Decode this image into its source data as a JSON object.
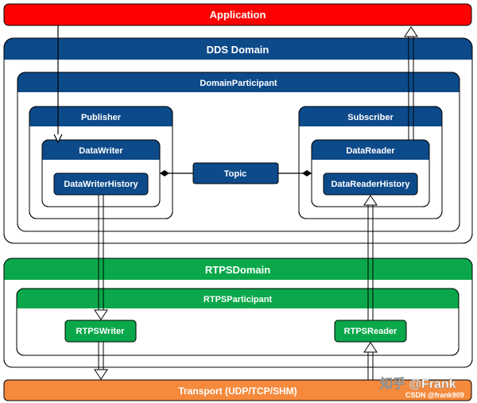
{
  "application": {
    "label": "Application",
    "color": "#ff0000"
  },
  "dds_domain": {
    "label": "DDS Domain",
    "color": "#0d4a8a",
    "participant": {
      "label": "DomainParticipant",
      "publisher": {
        "label": "Publisher",
        "writer": {
          "label": "DataWriter",
          "history": "DataWriterHistory"
        }
      },
      "subscriber": {
        "label": "Subscriber",
        "reader": {
          "label": "DataReader",
          "history": "DataReaderHistory"
        }
      },
      "topic": "Topic"
    }
  },
  "rtps_domain": {
    "label": "RTPSDomain",
    "color": "#0aa84a",
    "participant": {
      "label": "RTPSParticipant",
      "writer": "RTPSWriter",
      "reader": "RTPSReader"
    }
  },
  "transport": {
    "label": "Transport (UDP/TCP/SHM)",
    "color": "#f58a3c"
  },
  "watermark": {
    "main": "知乎 @Frank",
    "sub": "CSDN @frank909"
  }
}
